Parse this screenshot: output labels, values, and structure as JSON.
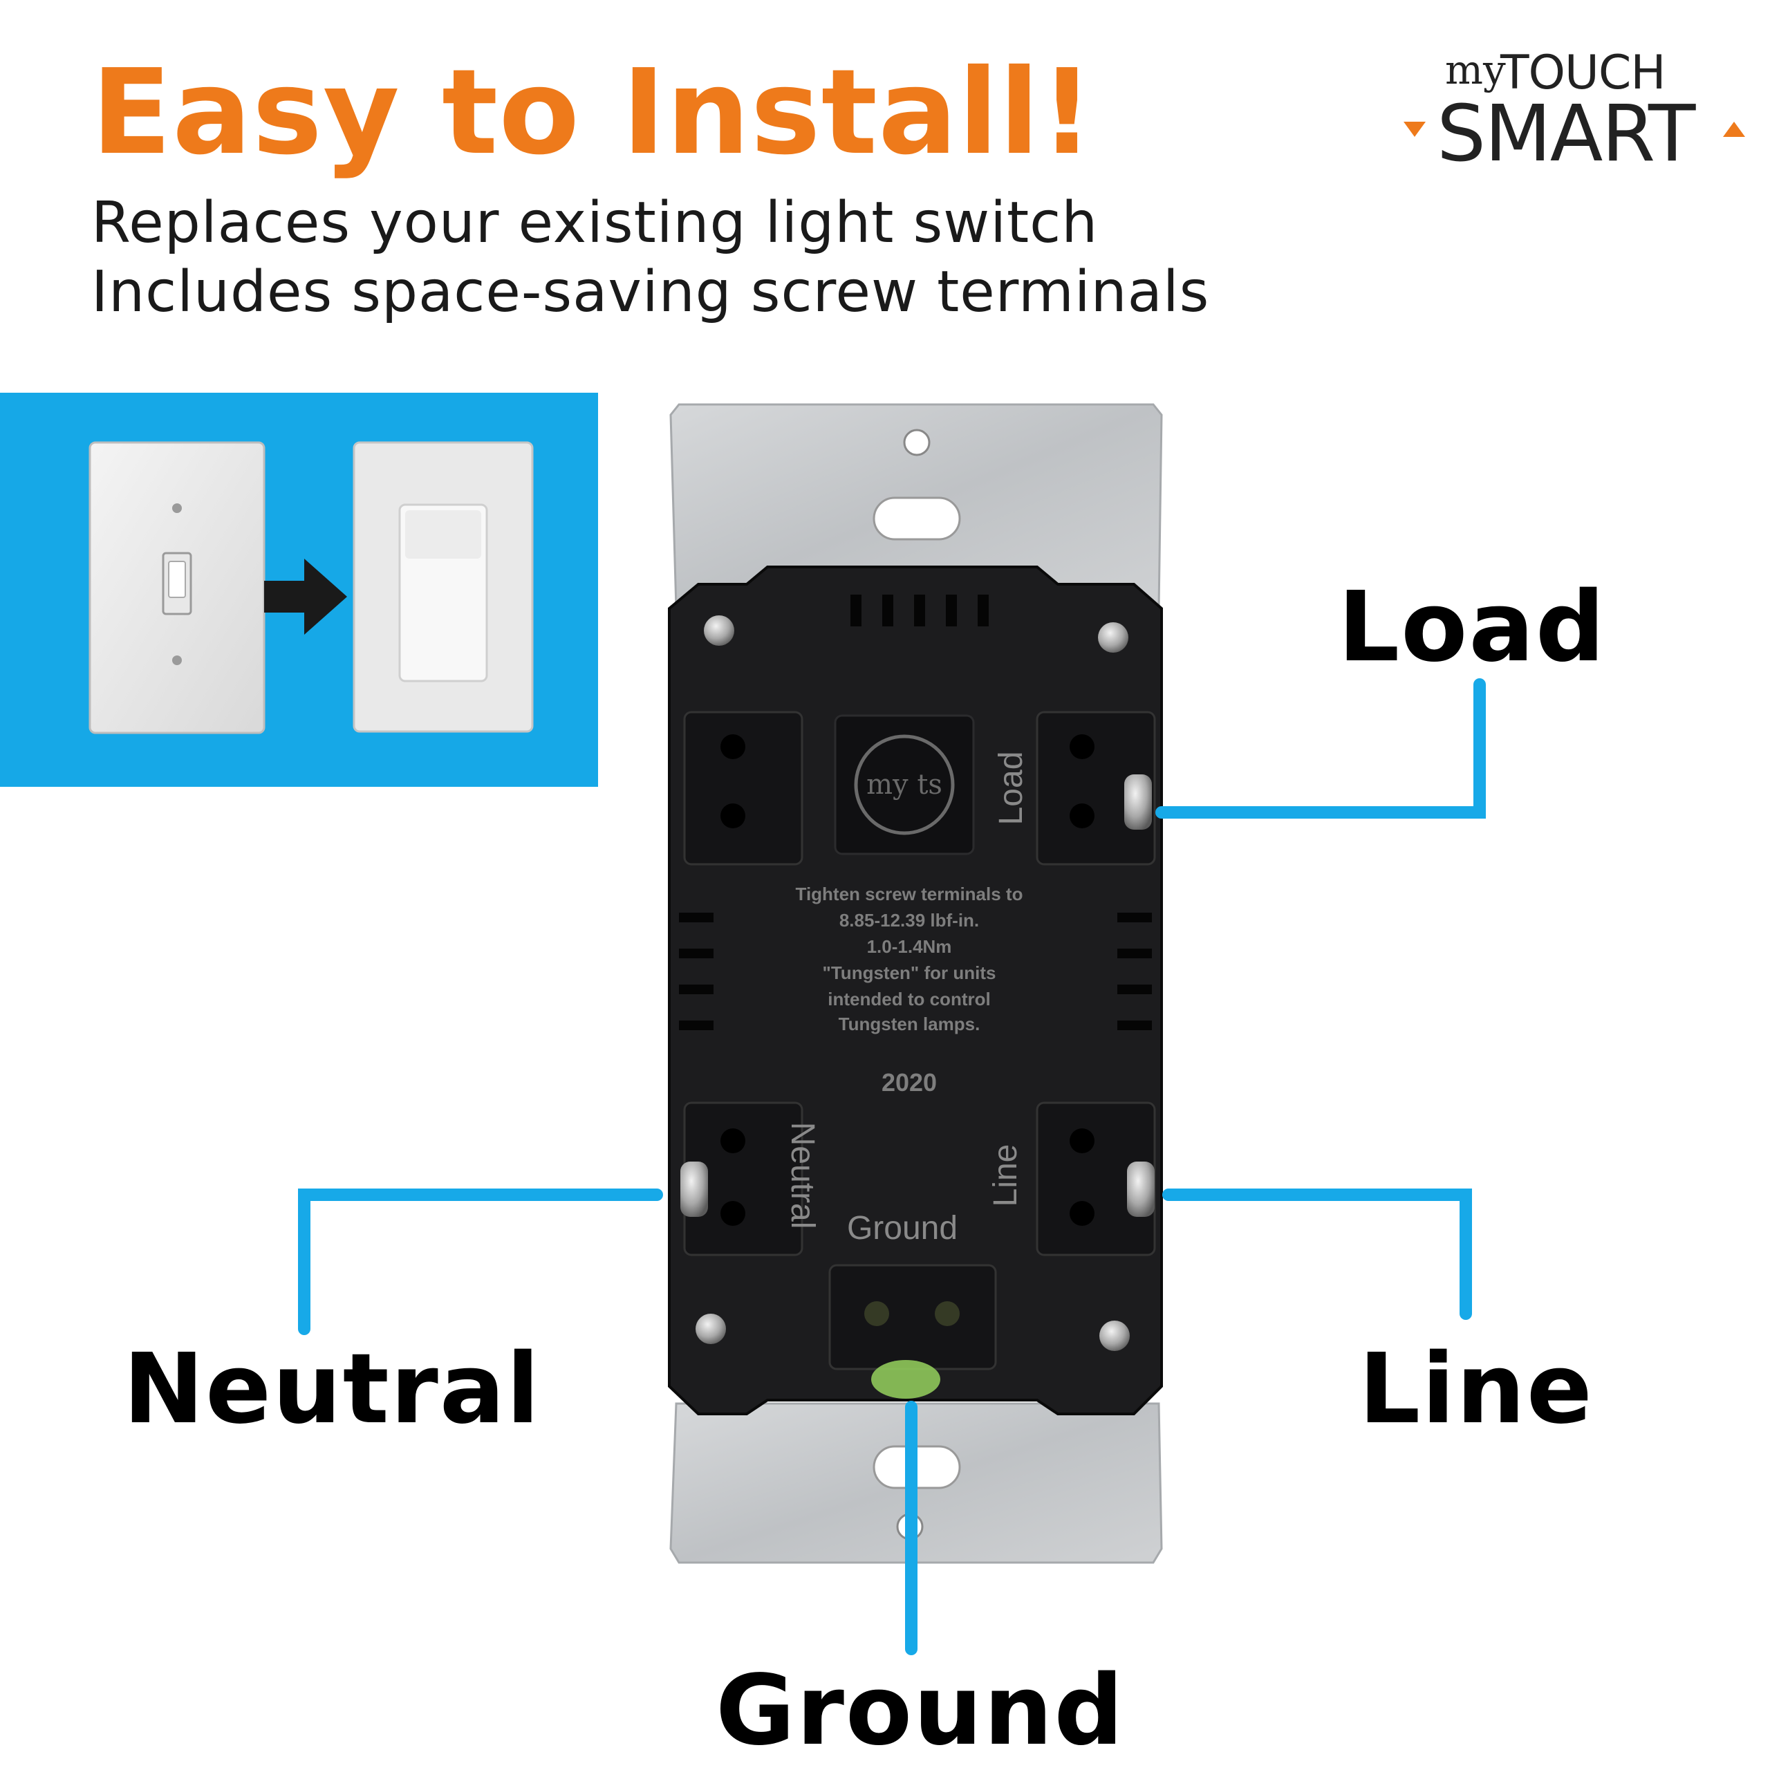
{
  "headline": "Easy to Install!",
  "subtext": [
    "Replaces your existing light switch",
    "Includes space-saving screw terminals"
  ],
  "logo": {
    "my": "my",
    "touch": "TOUCH",
    "smart": "SMART"
  },
  "labels": {
    "load": "Load",
    "neutral": "Neutral",
    "line": "Line",
    "ground": "Ground"
  },
  "device": {
    "terminal_load": "Load",
    "terminal_neutral": "Neutral",
    "terminal_line": "Line",
    "terminal_ground": "Ground",
    "badge": "my ts",
    "instructions": [
      "Tighten screw terminals to",
      "8.85-12.39 lbf-in.",
      "1.0-1.4Nm",
      "\"Tungsten\" for units",
      "intended to control",
      "Tungsten lamps."
    ],
    "year": "2020"
  },
  "colors": {
    "accent_orange": "#EE7A1B",
    "panel_blue": "#16A8E7",
    "callout_line": "#17A9E8",
    "device_body": "#1c1c1e",
    "strap_metal": "#c8cacc"
  },
  "icons": [
    "arrow-right-icon",
    "toggle-switch-icon",
    "smart-switch-icon",
    "logo-arrow-left-icon",
    "logo-arrow-right-icon"
  ]
}
